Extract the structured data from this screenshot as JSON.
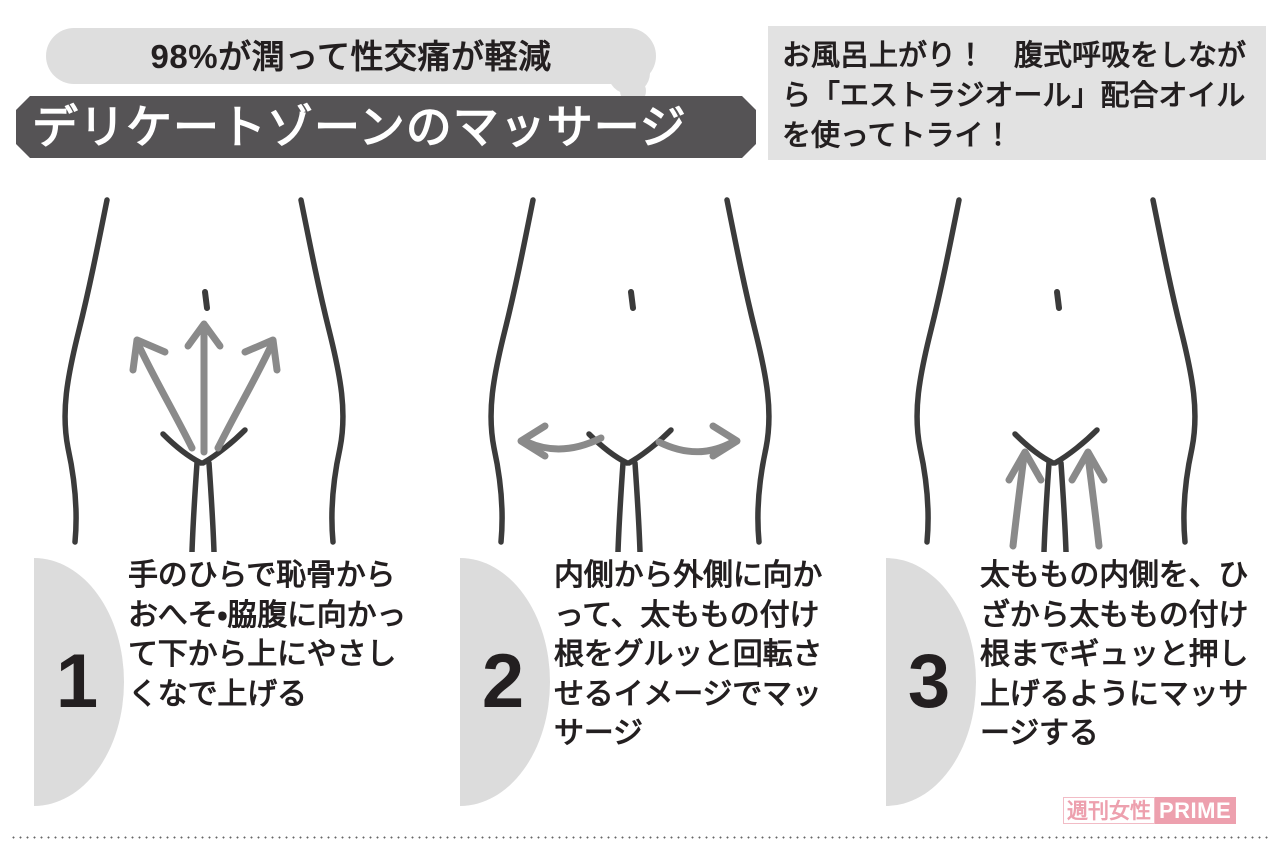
{
  "header": {
    "bubble_text": "98%が潤って性交痛が軽減",
    "banner_title": "デリケートゾーンのマッサージ",
    "note_text": "お風呂上がり！　腹式呼吸をしながら「エストラジオール」配合オイルを使ってトライ！"
  },
  "steps": [
    {
      "number": "1",
      "caption": "手のひらで恥骨からおへそ・脇腹に向かって下から上にやさしくなで上げる",
      "figure_name": "torso-arrows-up-and-out"
    },
    {
      "number": "2",
      "caption": "内側から外側に向かって、太ももの付け根をグルッと回転させるイメージでマッサージ",
      "figure_name": "torso-arrows-outward"
    },
    {
      "number": "3",
      "caption": "太ももの内側を、ひざから太ももの付け根までギュッと押し上げるようにマッサージする",
      "figure_name": "torso-arrows-inner-thigh-up"
    }
  ],
  "watermark": {
    "jp": "週刊女性",
    "en": "PRIME"
  },
  "colors": {
    "banner_bg": "#555355",
    "bubble_bg": "#dedede",
    "note_bg": "#e2e2e2",
    "disc_bg": "#dcdcdc",
    "text": "#231f20",
    "arrow_gray": "#8a8a8a",
    "outline": "#3b3b3b",
    "watermark_pink": "#eda0ae"
  }
}
